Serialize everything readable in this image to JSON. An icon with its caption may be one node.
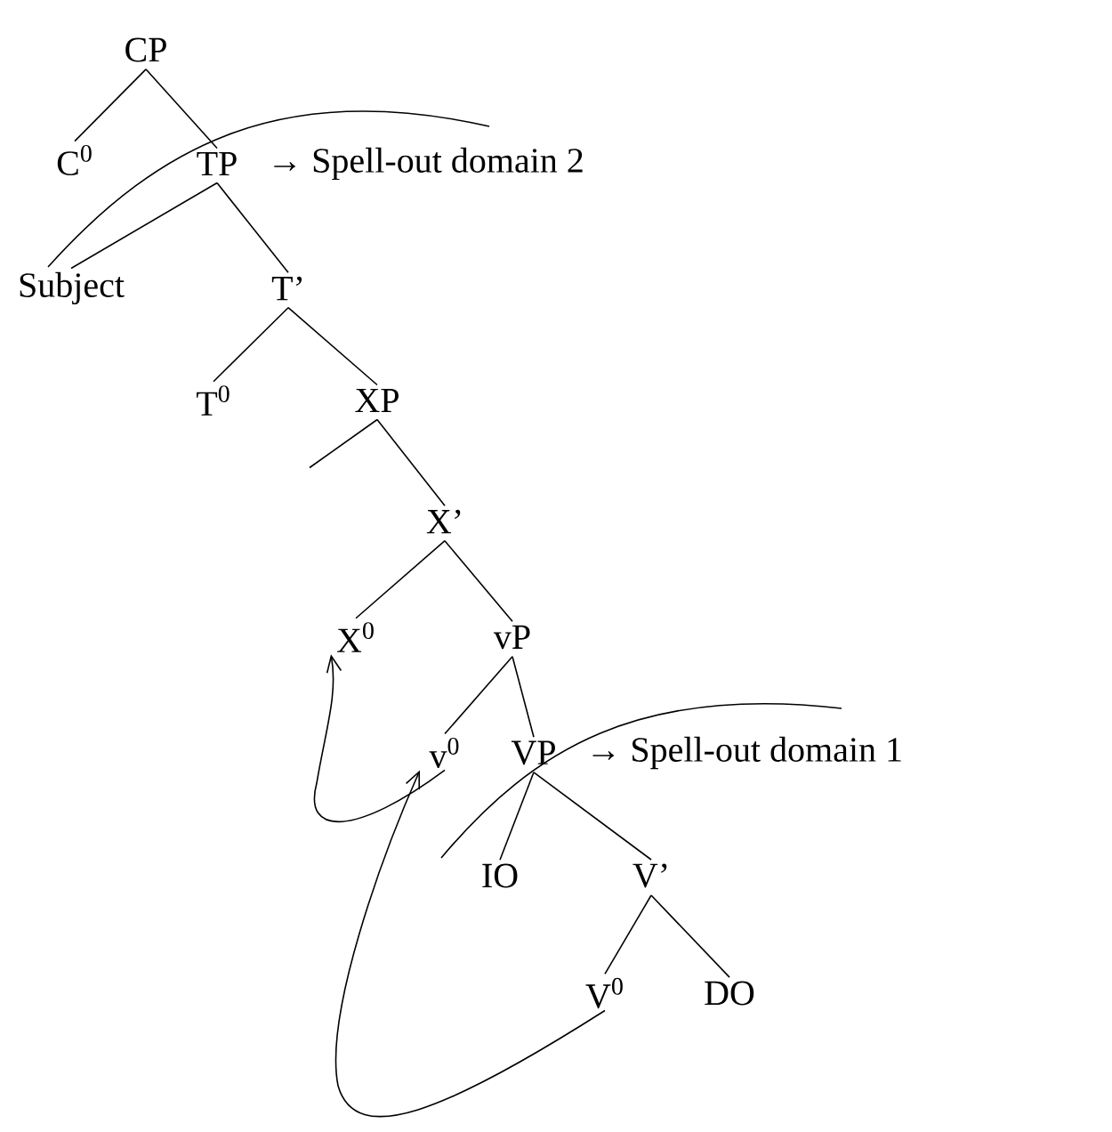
{
  "diagram": {
    "nodes": [
      {
        "text": [
          "CP"
        ]
      },
      {
        "text": [
          "C$^{0}$"
        ]
      },
      {
        "text": [
          "TP"
        ],
        "beside": [
          "→ Spell-out domain 2"
        ]
      },
      {
        "text": [
          "Subject"
        ]
      },
      {
        "text": [
          "T’"
        ]
      },
      {
        "text": [
          "T$^{0}$"
        ]
      },
      {
        "text": [
          "XP"
        ]
      },
      {
        "text": [
          "X’"
        ]
      },
      {
        "text": [
          "X$^{0}$"
        ]
      },
      {
        "text": [
          "vP"
        ]
      },
      {
        "text": [
          "v$^{0}$"
        ]
      },
      {
        "text": [
          "VP"
        ],
        "beside": [
          "→ Spell-out domain 1"
        ]
      },
      {
        "text": [
          "IO"
        ]
      },
      {
        "text": [
          "V’"
        ]
      },
      {
        "text": [
          "V$^{0}$"
        ]
      },
      {
        "text": [
          "DO"
        ]
      }
    ],
    "edges": [
      {
        "from": 0,
        "to": 1,
        "arrow": "none"
      },
      {
        "from": 0,
        "to": 2,
        "arrow": "none"
      },
      {
        "from": 2,
        "to": 3,
        "arrow": "none"
      },
      {
        "from": 2,
        "to": 4,
        "arrow": "none"
      },
      {
        "from": 4,
        "to": 5,
        "arrow": "none"
      },
      {
        "from": 4,
        "to": 6,
        "arrow": "none"
      },
      {
        "from": 6,
        "to": null,
        "arrow": "none"
      },
      {
        "from": 6,
        "to": 7,
        "arrow": "none"
      },
      {
        "from": 7,
        "to": 8,
        "arrow": "none"
      },
      {
        "from": 7,
        "to": 9,
        "arrow": "none"
      },
      {
        "from": 9,
        "to": 10,
        "arrow": "none"
      },
      {
        "from": 9,
        "to": 11,
        "arrow": "none"
      },
      {
        "from": 11,
        "to": 12,
        "arrow": "none"
      },
      {
        "from": 11,
        "to": 13,
        "arrow": "none"
      },
      {
        "from": 13,
        "to": 14,
        "arrow": "none"
      },
      {
        "from": 13,
        "to": 15,
        "arrow": "none"
      },
      {
        "from": 14,
        "to": 10,
        "arrow": "to"
      },
      {
        "from": 10,
        "to": 8,
        "arrow": "to"
      }
    ]
  }
}
